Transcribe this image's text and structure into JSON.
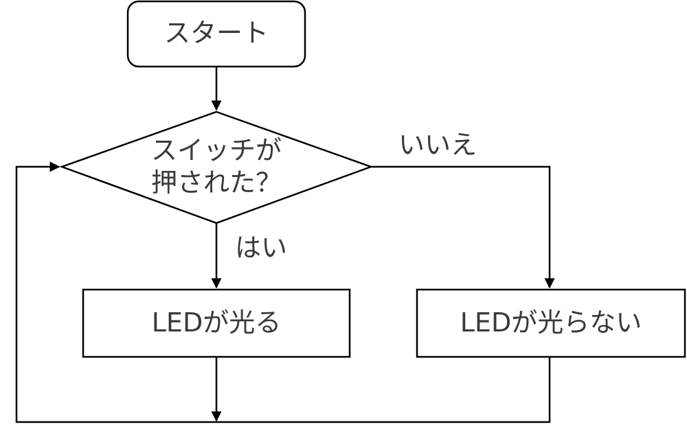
{
  "nodes": {
    "start": "スタート",
    "decision_line1": "スイッチが",
    "decision_line2": "押された？",
    "led_on": "LEDが光る",
    "led_off": "LEDが光らない"
  },
  "edges": {
    "yes": "はい",
    "no": "いいえ"
  },
  "colors": {
    "stroke": "#000000",
    "text": "#3a3a3a",
    "fill": "#ffffff"
  }
}
